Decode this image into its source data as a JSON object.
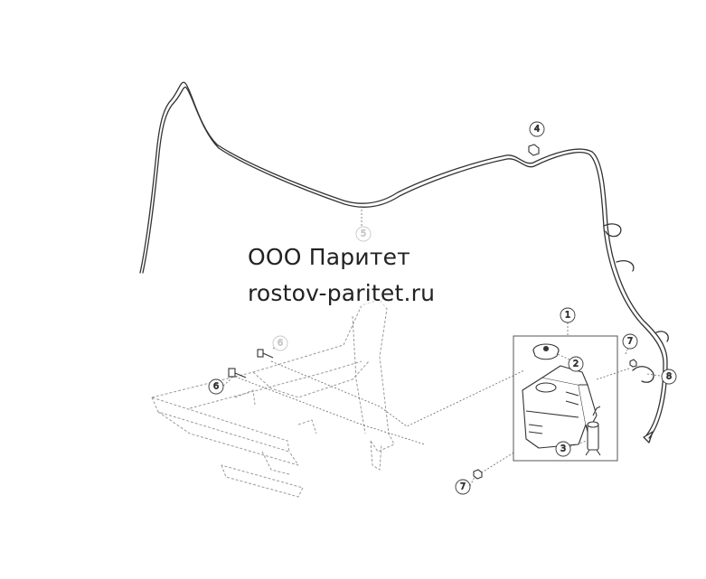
{
  "watermark": {
    "line1": "ООО Паритет",
    "line2": "rostov-paritet.ru"
  },
  "callouts": [
    {
      "id": "c1",
      "label": "1"
    },
    {
      "id": "c2",
      "label": "2"
    },
    {
      "id": "c3",
      "label": "3"
    },
    {
      "id": "c4",
      "label": "4"
    },
    {
      "id": "c5",
      "label": "5"
    },
    {
      "id": "c6a",
      "label": "6"
    },
    {
      "id": "c6b",
      "label": "6"
    },
    {
      "id": "c7a",
      "label": "7"
    },
    {
      "id": "c7b",
      "label": "7"
    },
    {
      "id": "c8",
      "label": "8"
    }
  ],
  "colors": {
    "line": "#333333",
    "faint": "#c8c8c8",
    "frame": "#9a9a9a"
  }
}
